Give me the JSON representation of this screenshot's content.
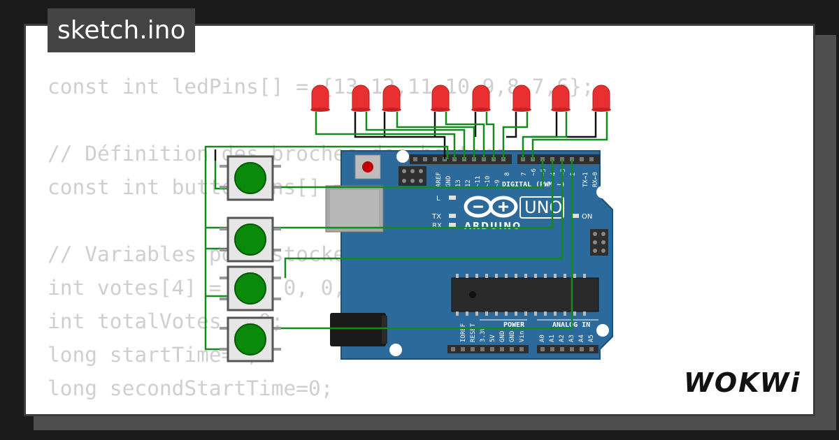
{
  "tab": {
    "title": "sketch.ino"
  },
  "code": {
    "lines": [
      "const int ledPins[] = {13,12,11,10,9,8,7,6};",
      "",
      "// Définition des broches des boutons",
      "const int buttonPins[] = {5,4,3,2};",
      "",
      "// Variables pour stocker les votes",
      "int votes[4] = {0, 0, 0, 0};",
      "int totalVotes = 0;",
      "long startTime=0;",
      "long secondStartTime=0;"
    ]
  },
  "board": {
    "logo": "ARDUINO",
    "model": "UNO",
    "on_label": "ON",
    "l_label": "L",
    "tx_label": "TX",
    "rx_label": "RX",
    "digital_label": "DIGITAL (PWM ~)",
    "power_label": "POWER",
    "analog_label": "ANALOG IN",
    "top_pins": [
      "AREF",
      "GND",
      "13",
      "12",
      "~11",
      "~10",
      "~9",
      "8",
      "7",
      "~6",
      "~5",
      "4",
      "~3",
      "2",
      "TX→1",
      "RX←0"
    ],
    "power_pins": [
      "IOREF",
      "RESET",
      "3.3V",
      "5V",
      "GND",
      "GND",
      "Vin"
    ],
    "analog_pins": [
      "A0",
      "A1",
      "A2",
      "A3",
      "A4",
      "A5"
    ]
  },
  "brand": {
    "name": "WOKWi"
  },
  "colors": {
    "board": "#2b6a9a",
    "wire": "#138a1c",
    "led": "#e83030",
    "button": "#0a8a0a"
  }
}
